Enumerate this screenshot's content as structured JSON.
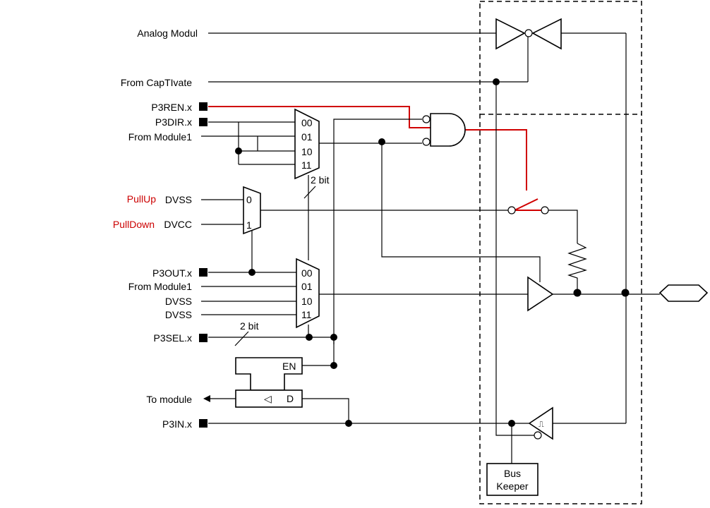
{
  "labels": {
    "analog_modul": "Analog Modul",
    "from_captivate": "From CapTIvate",
    "p3ren": "P3REN.x",
    "p3dir": "P3DIR.x",
    "from_module1_a": "From Module1",
    "pullup": "PullUp",
    "dvss_a": "DVSS",
    "pulldown": "PullDown",
    "dvcc": "DVCC",
    "p3out": "P3OUT.x",
    "from_module1_b": "From Module1",
    "dvss_b": "DVSS",
    "dvss_c": "DVSS",
    "p3sel": "P3SEL.x",
    "to_module": "To module",
    "p3in": "P3IN.x"
  },
  "mux1": {
    "inputs": [
      "00",
      "01",
      "10",
      "11"
    ]
  },
  "mux2": {
    "inputs": [
      "00",
      "01",
      "10",
      "11"
    ]
  },
  "mux_pull": {
    "inputs": [
      "0",
      "1"
    ]
  },
  "bus_width_a": "2 bit",
  "bus_width_b": "2 bit",
  "latch": {
    "enable": "EN",
    "data": "D",
    "clock": "◁"
  },
  "bus_keeper": {
    "line1": "Bus",
    "line2": "Keeper"
  },
  "colors": {
    "highlight": "#d00000",
    "wire": "#000000"
  }
}
